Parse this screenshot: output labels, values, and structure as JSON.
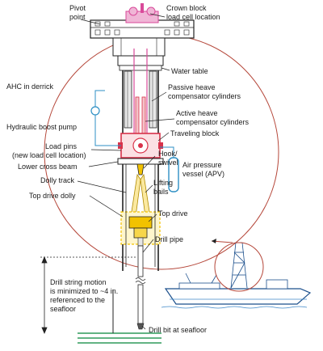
{
  "labels": {
    "pivot_point_1": "Pivot",
    "pivot_point_2": "point",
    "crown_block_1": "Crown block",
    "crown_block_2": "load cell location",
    "water_table": "Water table",
    "ahc_in_derrick": "AHC in derrick",
    "passive_heave_1": "Passive heave",
    "passive_heave_2": "compensator cylinders",
    "active_heave_1": "Active heave",
    "active_heave_2": "compensator cylinders",
    "hydraulic_boost_pump": "Hydraulic boost pump",
    "traveling_block": "Traveling block",
    "load_pins_1": "Load pins",
    "load_pins_2": "(new load cell location)",
    "hook_swivel_1": "Hook/",
    "hook_swivel_2": "swivel",
    "air_pressure_1": "Air pressure",
    "air_pressure_2": "vessel (APV)",
    "lower_cross_beam": "Lower cross beam",
    "dolly_track": "Dolly track",
    "lifting_bails_1": "Lifting",
    "lifting_bails_2": "bails",
    "top_drive_dolly": "Top drive dolly",
    "top_drive": "Top drive",
    "drill_pipe": "Drill pipe",
    "drill_string_1": "Drill string motion",
    "drill_string_2": "is minimized to ~4 in.",
    "drill_string_3": "referenced to the",
    "drill_string_4": "seafloor",
    "drill_bit": "Drill bit at seafloor"
  },
  "colors": {
    "circle": "#b5473a",
    "structure": "#222222",
    "compensator": "#d8324a",
    "apv": "#2d8fc4",
    "top_drive": "#f2c200",
    "top_drive_fill": "#fbe9a0",
    "crown_magenta": "#d94a9a",
    "seafloor": "#2f9a5a",
    "ship_hull": "#1b4f8c",
    "ship_water": "#3f88c9"
  }
}
